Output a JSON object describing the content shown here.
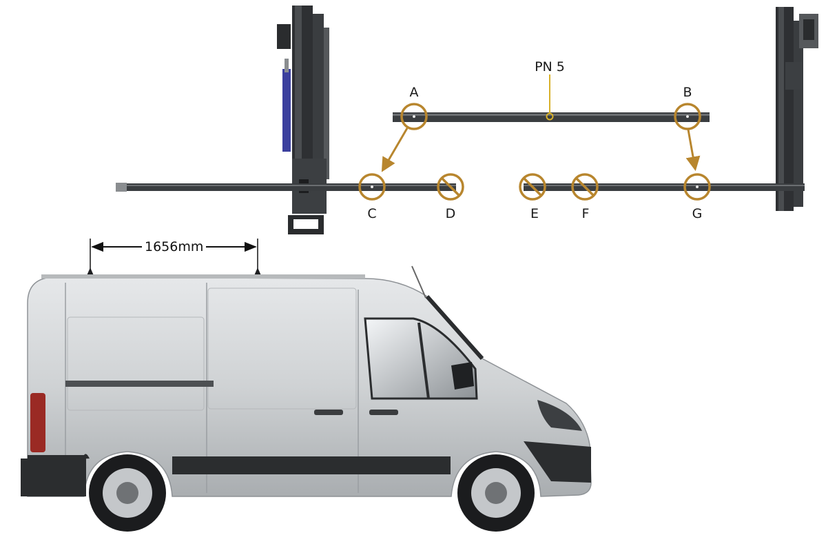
{
  "diagram": {
    "part_label": "PN 5",
    "points": {
      "a": "A",
      "b": "B",
      "c": "C",
      "d": "D",
      "e": "E",
      "f": "F",
      "g": "G"
    },
    "dimension": "1656mm",
    "colors": {
      "marker": "#b8862e",
      "rail": "#3a3d40",
      "rail_dark": "#1f2123",
      "van_body": "#c9ccce",
      "van_trim": "#2b2d2f",
      "pin": "#d8b12a"
    }
  }
}
